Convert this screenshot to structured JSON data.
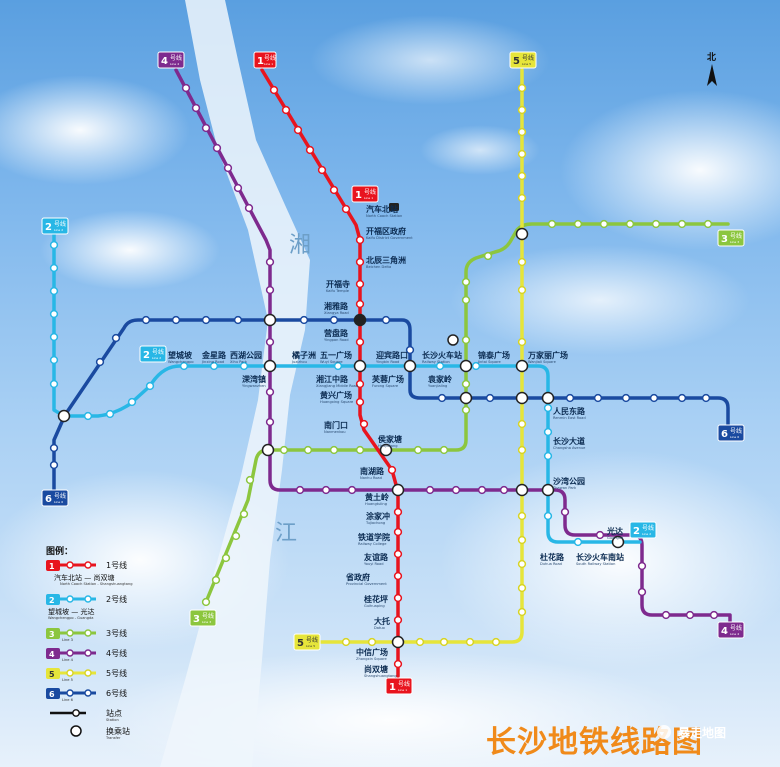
{
  "title": "长沙地铁线路图",
  "watermark": "暴走地图",
  "river": [
    "湘",
    "江"
  ],
  "north": "北",
  "colors": {
    "line1": "#e8141e",
    "line2": "#28b7e6",
    "line3": "#8cc63e",
    "line4": "#7e2a8e",
    "line5": "#e6e53a",
    "line6": "#1a4aa0"
  },
  "legend": {
    "title": "图例：",
    "items": [
      {
        "type": "line",
        "color": "#e8141e",
        "tag": "1",
        "label": "1号线",
        "sub": "汽车北站 — 尚双塘",
        "sub_en": "North Coach Station - Shangshuangtang"
      },
      {
        "type": "line",
        "color": "#28b7e6",
        "tag": "2",
        "label": "2号线",
        "sub": "望城坡 — 光达",
        "sub_en": "Wangchengpo - Guangda"
      },
      {
        "type": "line",
        "color": "#8cc63e",
        "tag": "3",
        "label": "3号线",
        "sub_en": "Line 3"
      },
      {
        "type": "line",
        "color": "#7e2a8e",
        "tag": "4",
        "label": "4号线",
        "sub_en": "Line 4"
      },
      {
        "type": "line",
        "color": "#e6e53a",
        "tag": "5",
        "label": "5号线",
        "sub_en": "Line 5"
      },
      {
        "type": "line",
        "color": "#1a4aa0",
        "tag": "6",
        "label": "6号线",
        "sub_en": "Line 6"
      },
      {
        "type": "station",
        "label": "站点",
        "sub_en": "Station"
      },
      {
        "type": "transfer",
        "label": "换乘站",
        "sub_en": "Transfer"
      }
    ]
  },
  "tags": [
    {
      "id": "tag-line1-top",
      "line": "line1",
      "num": "1",
      "text": "号线",
      "en": "Line 1"
    },
    {
      "id": "tag-line1-mid",
      "line": "line1",
      "num": "1",
      "text": "号线",
      "en": "Line 1"
    },
    {
      "id": "tag-line1-bottom",
      "line": "line1",
      "num": "1",
      "text": "号线",
      "en": "Line 1"
    },
    {
      "id": "tag-line2-west",
      "line": "line2",
      "num": "2",
      "text": "号线",
      "en": "Line 2"
    },
    {
      "id": "tag-line2-mid",
      "line": "line2",
      "num": "2",
      "text": "号线",
      "en": "Line 2"
    },
    {
      "id": "tag-line2-east",
      "line": "line2",
      "num": "2",
      "text": "号线",
      "en": "Line 2"
    },
    {
      "id": "tag-line3-east",
      "line": "line3",
      "num": "3",
      "text": "号线",
      "en": "Line 3"
    },
    {
      "id": "tag-line3-sw",
      "line": "line3",
      "num": "3",
      "text": "号线",
      "en": "Line 3"
    },
    {
      "id": "tag-line4-top",
      "line": "line4",
      "num": "4",
      "text": "号线",
      "en": "Line 4"
    },
    {
      "id": "tag-line4-se",
      "line": "line4",
      "num": "4",
      "text": "号线",
      "en": "Line 4"
    },
    {
      "id": "tag-line5-top",
      "line": "line5",
      "num": "5",
      "text": "号线",
      "en": "Line 5"
    },
    {
      "id": "tag-line5-bottom",
      "line": "line5",
      "num": "5",
      "text": "号线",
      "en": "Line 5"
    },
    {
      "id": "tag-line6-east",
      "line": "line6",
      "num": "6",
      "text": "号线",
      "en": "Line 6"
    },
    {
      "id": "tag-line6-west",
      "line": "line6",
      "num": "6",
      "text": "号线",
      "en": "Line 6"
    }
  ],
  "stations": [
    {
      "id": "s01",
      "name": "汽车北站",
      "en": "North Coach Station"
    },
    {
      "id": "s02",
      "name": "开福区政府",
      "en": "Kaifu District Government"
    },
    {
      "id": "s03",
      "name": "北辰三角洲",
      "en": "Beichen Delta"
    },
    {
      "id": "s04",
      "name": "开福寺",
      "en": "Kaifu Temple"
    },
    {
      "id": "s05",
      "name": "湘雅路",
      "en": "Xiangya Road"
    },
    {
      "id": "s06",
      "name": "营盘路",
      "en": "Yingpan Road"
    },
    {
      "id": "s07",
      "name": "五一广场",
      "en": "Wuyi Square"
    },
    {
      "id": "s08",
      "name": "湘江中路",
      "en": "Xiangjiang Middle Road"
    },
    {
      "id": "s09",
      "name": "黄兴广场",
      "en": "Huangxing Square"
    },
    {
      "id": "s10",
      "name": "南门口",
      "en": "Nanmenkou"
    },
    {
      "id": "s11",
      "name": "侯家塘",
      "en": "Houjiatang"
    },
    {
      "id": "s12",
      "name": "南湖路",
      "en": "Nanhu Road"
    },
    {
      "id": "s13",
      "name": "黄土岭",
      "en": "Huangtuling"
    },
    {
      "id": "s14",
      "name": "涂家冲",
      "en": "Tujiachong"
    },
    {
      "id": "s15",
      "name": "铁道学院",
      "en": "Railway College"
    },
    {
      "id": "s16",
      "name": "友谊路",
      "en": "Youyi Road"
    },
    {
      "id": "s17",
      "name": "省政府",
      "en": "Provincial Government"
    },
    {
      "id": "s18",
      "name": "桂花坪",
      "en": "Guihuaping"
    },
    {
      "id": "s19",
      "name": "大托",
      "en": "Datuo"
    },
    {
      "id": "s20",
      "name": "中信广场",
      "en": "Zhongxin Square"
    },
    {
      "id": "s21",
      "name": "尚双塘",
      "en": "Shangshuangtang"
    },
    {
      "id": "s22",
      "name": "望城坡",
      "en": "Wangchengpo"
    },
    {
      "id": "s23",
      "name": "金星路",
      "en": "Jinxing Road"
    },
    {
      "id": "s24",
      "name": "西湖公园",
      "en": "Xihu Park"
    },
    {
      "id": "s25",
      "name": "溁湾镇",
      "en": "Yingwanzhen"
    },
    {
      "id": "s26",
      "name": "橘子洲",
      "en": "Juzizhou"
    },
    {
      "id": "s27",
      "name": "迎宾路口",
      "en": "Yingbin Road"
    },
    {
      "id": "s28",
      "name": "芙蓉广场",
      "en": "Furong Square"
    },
    {
      "id": "s29",
      "name": "长沙火车站",
      "en": "Railway Station"
    },
    {
      "id": "s30",
      "name": "袁家岭",
      "en": "Yuanjialing"
    },
    {
      "id": "s31",
      "name": "锦泰广场",
      "en": "Jintai Square"
    },
    {
      "id": "s32",
      "name": "万家丽广场",
      "en": "Wanjiali Square"
    },
    {
      "id": "s33",
      "name": "人民东路",
      "en": "Renmin East Road"
    },
    {
      "id": "s34",
      "name": "长沙大道",
      "en": "Changsha Avenue"
    },
    {
      "id": "s35",
      "name": "沙湾公园",
      "en": "Shawan Park"
    },
    {
      "id": "s36",
      "name": "光达",
      "en": "Guangda"
    },
    {
      "id": "s37",
      "name": "杜花路",
      "en": "Duhua Road"
    },
    {
      "id": "s38",
      "name": "长沙火车南站",
      "en": "South Railway Station"
    }
  ]
}
